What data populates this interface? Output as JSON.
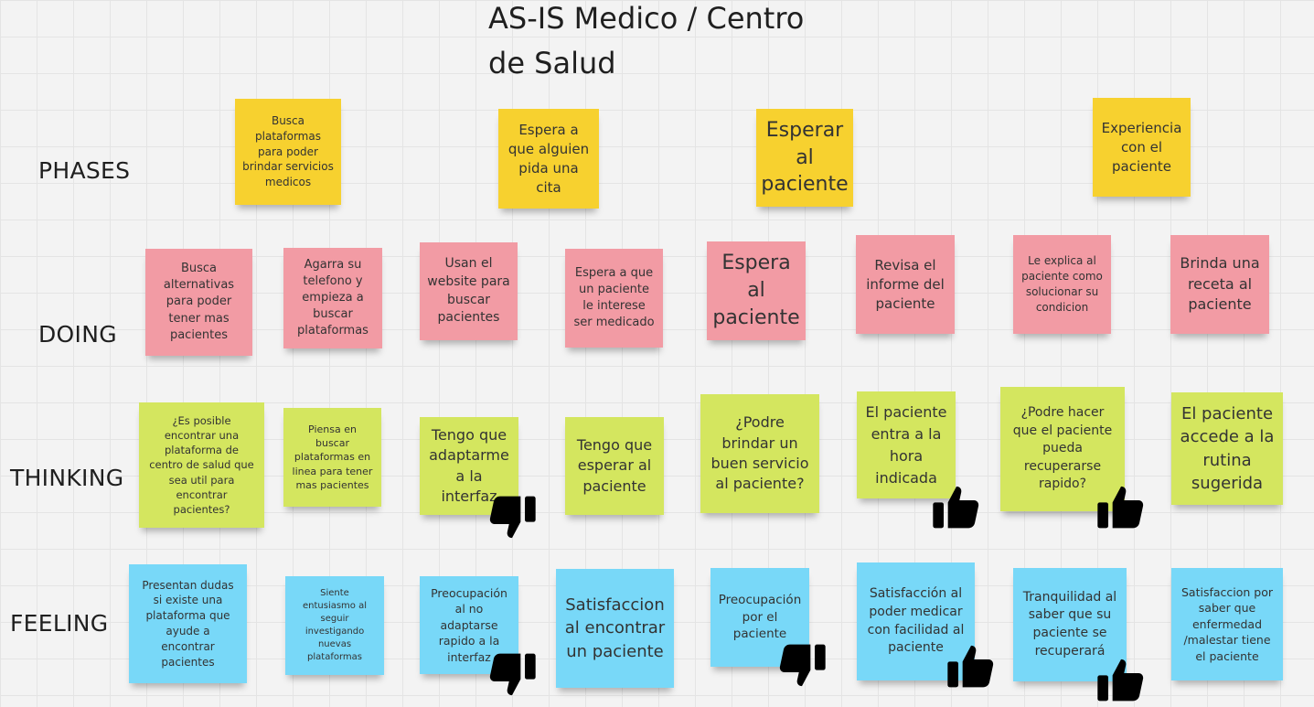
{
  "board": {
    "title": "AS-IS Medico / Centro de Salud"
  },
  "rows": {
    "phases": "PHASES",
    "doing": "DOING",
    "thinking": "THINKING",
    "feeling": "FEELING"
  },
  "notes": {
    "phases": [
      "Busca plataformas para poder brindar servicios medicos",
      "Espera a que alguien pida una cita",
      "Esperar al paciente",
      "Experiencia con el paciente"
    ],
    "doing": [
      "Busca alternativas para poder tener mas pacientes",
      "Agarra su telefono y empieza a buscar plataformas",
      "Usan el website para buscar pacientes",
      "Espera a que un paciente le interese ser medicado",
      "Espera al paciente",
      "Revisa el informe del paciente",
      "Le explica al paciente como solucionar su condicion",
      "Brinda una receta al paciente"
    ],
    "thinking": [
      "¿Es posible encontrar una plataforma de centro de salud que sea util para encontrar pacientes?",
      "Piensa en buscar plataformas en linea para tener mas pacientes",
      "Tengo que adaptarme a la interfaz",
      "Tengo que esperar al paciente",
      "¿Podre brindar un buen servicio al paciente?",
      "El paciente entra a la hora indicada",
      "¿Podre hacer que el paciente pueda recuperarse rapido?",
      "El paciente accede a la rutina sugerida"
    ],
    "feeling": [
      "Presentan dudas si existe una plataforma que ayude a encontrar pacientes",
      "Siente entusiasmo al seguir investigando nuevas plataformas",
      "Preocupación al no adaptarse rapido a la interfaz",
      "Satisfaccion al encontrar un paciente",
      "Preocupación por el paciente",
      "Satisfacción al poder medicar con facilidad al paciente",
      "Tranquilidad al saber que su paciente se recuperará",
      "Satisfaccion por saber que enfermedad /malestar tiene el paciente"
    ]
  },
  "icons": {
    "thumbs_up": "thumbs-up-icon",
    "thumbs_down": "thumbs-down-icon"
  },
  "colors": {
    "yellow": "#f7d12f",
    "pink": "#f29ba4",
    "green": "#d4e65f",
    "blue": "#78d8f8"
  }
}
